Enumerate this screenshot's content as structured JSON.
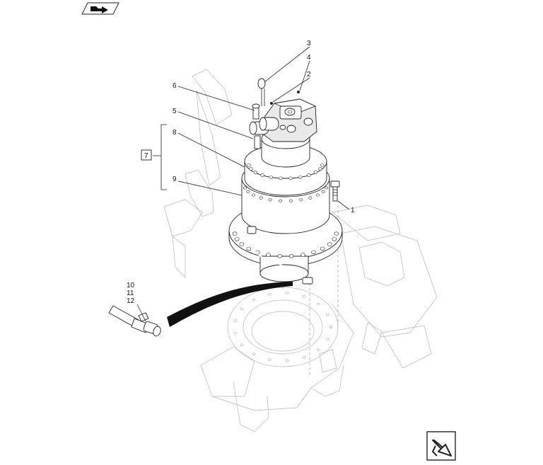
{
  "callouts": {
    "c1": "1",
    "c2": "2",
    "c3": "3",
    "c4": "4",
    "c5": "5",
    "c6": "6",
    "c7": "7",
    "c8": "8",
    "c9": "9",
    "c10": "10",
    "c11": "11",
    "c12": "12"
  },
  "icons": {
    "prev": "previous-page-arrow-icon",
    "next": "next-page-arrow-icon"
  },
  "colors": {
    "ink": "#222222",
    "frame_ghost": "#b5b5b5",
    "hose_curve": "#111111"
  }
}
